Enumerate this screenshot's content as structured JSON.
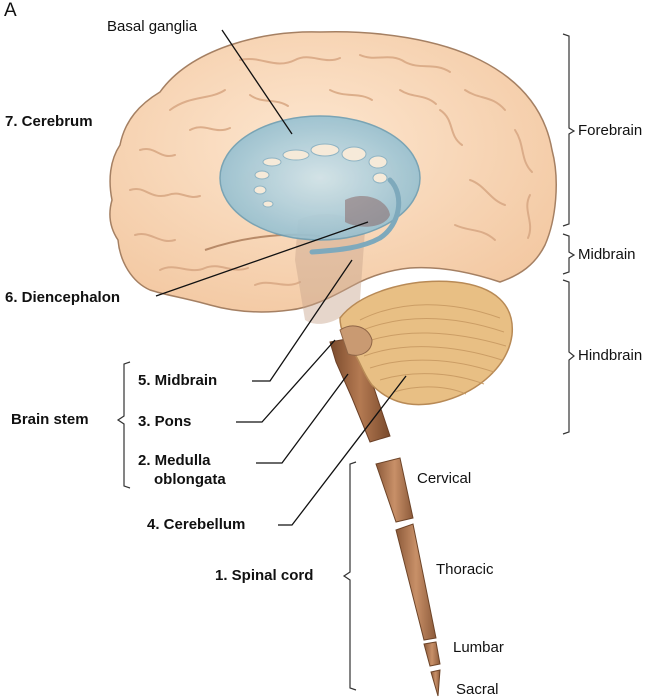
{
  "panel_label": "A",
  "labels": {
    "basal_ganglia": "Basal ganglia",
    "cerebrum": "7. Cerebrum",
    "diencephalon": "6. Diencephalon",
    "midbrain": "5. Midbrain",
    "pons": "3. Pons",
    "medulla_line1": "2. Medulla",
    "medulla_line2": "oblongata",
    "cerebellum": "4. Cerebellum",
    "spinal_cord": "1. Spinal cord",
    "brain_stem": "Brain stem"
  },
  "divisions": {
    "forebrain": "Forebrain",
    "midbrain": "Midbrain",
    "hindbrain": "Hindbrain"
  },
  "spinal_segments": {
    "cervical": "Cervical",
    "thoracic": "Thoracic",
    "lumbar": "Lumbar",
    "sacral": "Sacral"
  },
  "colors": {
    "cerebrum_fill": "#f9d7b8",
    "cerebrum_outline": "#9a7a64",
    "basal_ganglia_fill": "#9dc7d8",
    "cerebellum_fill": "#e8bf84",
    "brainstem_fill": "#a86f4a",
    "spinal_cord_fill": "#b27c56",
    "leader_line": "#111111"
  }
}
